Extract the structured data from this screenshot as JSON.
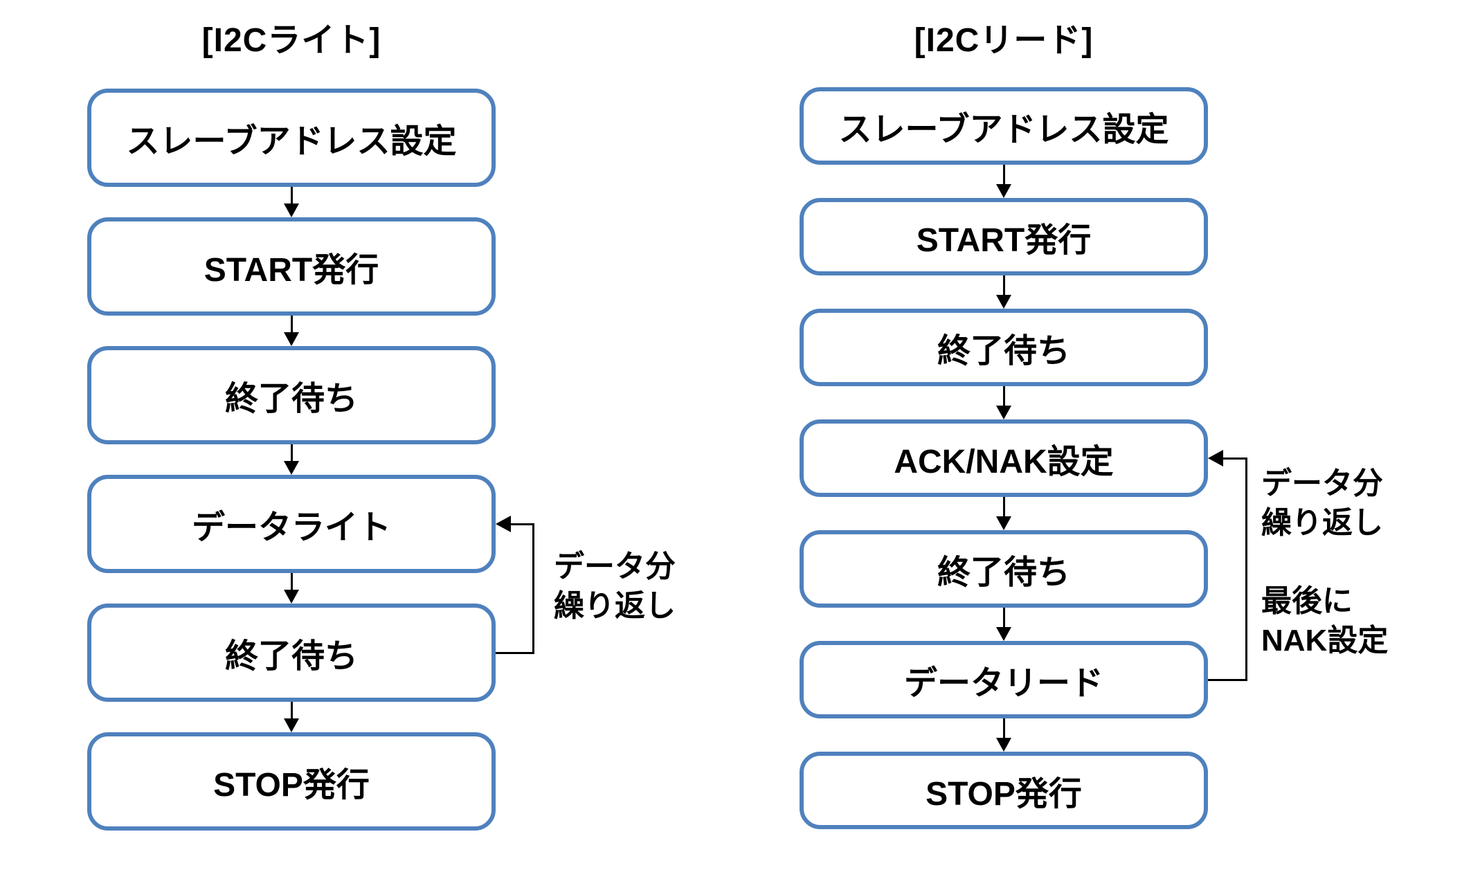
{
  "colors": {
    "box_border": "#4f81bd",
    "arrow": "#000000",
    "text": "#000000",
    "background": "#ffffff"
  },
  "flowcharts": [
    {
      "id": "i2c-write",
      "title": "[I2Cライト]",
      "steps": [
        "スレーブアドレス設定",
        "START発行",
        "終了待ち",
        "データライト",
        "終了待ち",
        "STOP発行"
      ],
      "loop": {
        "from_step": 4,
        "to_step": 3,
        "label_groups": [
          [
            "データ分",
            "繰り返し"
          ]
        ]
      }
    },
    {
      "id": "i2c-read",
      "title": "[I2Cリード]",
      "steps": [
        "スレーブアドレス設定",
        "START発行",
        "終了待ち",
        "ACK/NAK設定",
        "終了待ち",
        "データリード",
        "STOP発行"
      ],
      "loop": {
        "from_step": 5,
        "to_step": 3,
        "label_groups": [
          [
            "データ分",
            "繰り返し"
          ],
          [
            "最後に",
            "NAK設定"
          ]
        ]
      }
    }
  ]
}
